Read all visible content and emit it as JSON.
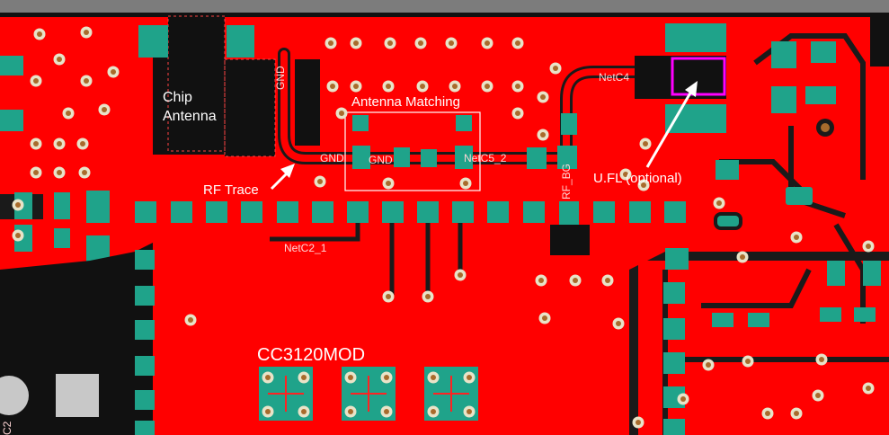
{
  "labels": {
    "chip_antenna": "Chip\nAntenna",
    "antenna_matching": "Antenna Matching",
    "rf_trace": "RF Trace",
    "ufl": "U.FL (optional)",
    "module": "CC3120MOD"
  },
  "nets": {
    "gnd_vertical": "GND",
    "gnd_1": "GND",
    "gnd_2": "GND",
    "netc5_2": "NetC5_2",
    "netc4": "NetC4",
    "netc2_1": "NetC2_1",
    "rf_bg": "RF_BG",
    "c2": "C2"
  },
  "colors": {
    "copper": "#ff0000",
    "pad": "#1fa38a",
    "via_ring": "#e8e3c8",
    "drill": "#a86b2c",
    "dark": "#111111",
    "outline": "#ffffff",
    "connector": "#ff00ff"
  }
}
